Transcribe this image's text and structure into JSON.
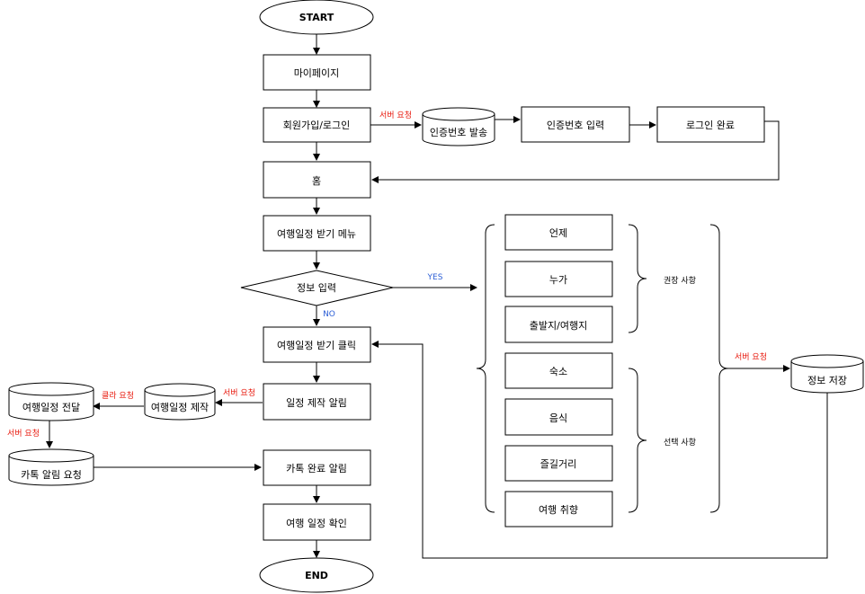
{
  "nodes": {
    "start": "START",
    "mypage": "마이페이지",
    "signup_login": "회원가입/로그인",
    "auth_send": "인증번호 발송",
    "auth_input": "인증번호 입력",
    "login_done": "로그인 완료",
    "home": "홈",
    "itinerary_menu": "여행일정 받기 메뉴",
    "info_input": "정보 입력",
    "itinerary_click": "여행일정 받기 클릭",
    "create_alert": "일정 제작 알림",
    "itinerary_create": "여행일정 제작",
    "itinerary_deliver": "여행일정 전달",
    "kakao_alert_request": "카톡 알림 요청",
    "kakao_done_alert": "카톡 완료 알림",
    "itinerary_confirm": "여행 일정 확인",
    "end": "END",
    "when": "언제",
    "who": "누가",
    "depart_dest": "출발지/여행지",
    "lodging": "숙소",
    "food": "음식",
    "activities": "즐길거리",
    "travel_pref": "여행 취향",
    "save_info": "정보 저장"
  },
  "groups": {
    "recommended": "권장 사항",
    "optional": "선택 사항"
  },
  "edges": {
    "server_request_1": "서버 요청",
    "server_request_2": "서버 요청",
    "client_request": "클라 요청",
    "server_request_3": "서버 요청",
    "server_request_4": "서버 요청",
    "yes": "YES",
    "no": "NO"
  },
  "colors": {
    "server_label": "#e8180c",
    "branch_label": "#2d5fd6",
    "stroke": "#000000"
  }
}
